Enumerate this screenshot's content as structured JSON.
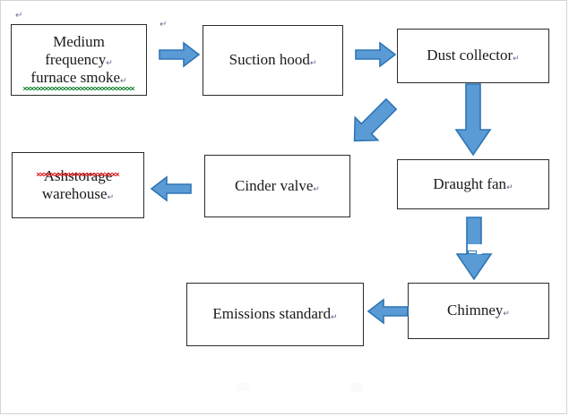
{
  "document": {
    "title": "Medium frequency furnace smoke treatment process flow",
    "background_color": "#ffffff",
    "page_border_color": "#d4d4d4",
    "text_color": "#1a1a1a",
    "box_border_color": "#2b2b2b"
  },
  "palette": {
    "arrow_fill": "#5B9BD5",
    "arrow_stroke": "#2E75B6",
    "spelling_error": "#dd2222",
    "grammar_error": "#1a8a3a",
    "paragraph_mark": "#5a6a8a"
  },
  "marks": {
    "return": "↵",
    "top_left_return": "↵",
    "top_mid_return": "↵"
  },
  "chart_data": {
    "type": "flowchart",
    "title": "Medium frequency furnace smoke treatment process flow",
    "nodes": [
      {
        "id": "medium-frequency-furnace-smoke",
        "label": "Medium\nfrequency\nfurnace smoke",
        "order": 1
      },
      {
        "id": "suction-hood",
        "label": "Suction hood",
        "order": 2
      },
      {
        "id": "dust-collector",
        "label": "Dust collector",
        "order": 3
      },
      {
        "id": "draught-fan",
        "label": "Draught fan",
        "order": 4
      },
      {
        "id": "chimney",
        "label": "Chimney",
        "order": 5
      },
      {
        "id": "emissions-standard",
        "label": "Emissions standard",
        "order": 6
      },
      {
        "id": "cinder-valve",
        "label": "Cinder valve",
        "order": 7
      },
      {
        "id": "ashstorage-warehouse",
        "label": "Ashstorage\nwarehouse",
        "order": 8
      }
    ],
    "edges": [
      {
        "from": "medium-frequency-furnace-smoke",
        "to": "suction-hood",
        "direction": "right"
      },
      {
        "from": "suction-hood",
        "to": "dust-collector",
        "direction": "right"
      },
      {
        "from": "dust-collector",
        "to": "draught-fan",
        "direction": "down"
      },
      {
        "from": "dust-collector",
        "to": "cinder-valve",
        "direction": "down-left"
      },
      {
        "from": "draught-fan",
        "to": "chimney",
        "direction": "down"
      },
      {
        "from": "chimney",
        "to": "emissions-standard",
        "direction": "left"
      },
      {
        "from": "cinder-valve",
        "to": "ashstorage-warehouse",
        "direction": "left"
      }
    ]
  },
  "nodes": {
    "medium_frequency_furnace_smoke": {
      "line1": "Medium",
      "line2": "frequency",
      "line3": "furnace smoke"
    },
    "suction_hood": {
      "label": "Suction hood"
    },
    "dust_collector": {
      "label": "Dust collector"
    },
    "draught_fan": {
      "label": "Draught fan"
    },
    "chimney": {
      "label": "Chimney"
    },
    "emissions_standard": {
      "label": "Emissions standard"
    },
    "cinder_valve": {
      "label": "Cinder valve"
    },
    "ashstorage_warehouse": {
      "line1": "Ashstorage",
      "line2": "warehouse"
    }
  },
  "arrows": {
    "smoke_to_hood": {
      "name": "arrow-right"
    },
    "hood_to_collector": {
      "name": "arrow-right"
    },
    "collector_to_fan": {
      "name": "arrow-down"
    },
    "collector_to_cinder": {
      "name": "arrow-down-left"
    },
    "fan_to_chimney": {
      "name": "arrow-down"
    },
    "chimney_to_emissions": {
      "name": "arrow-left"
    },
    "cinder_to_ash": {
      "name": "arrow-left"
    }
  }
}
